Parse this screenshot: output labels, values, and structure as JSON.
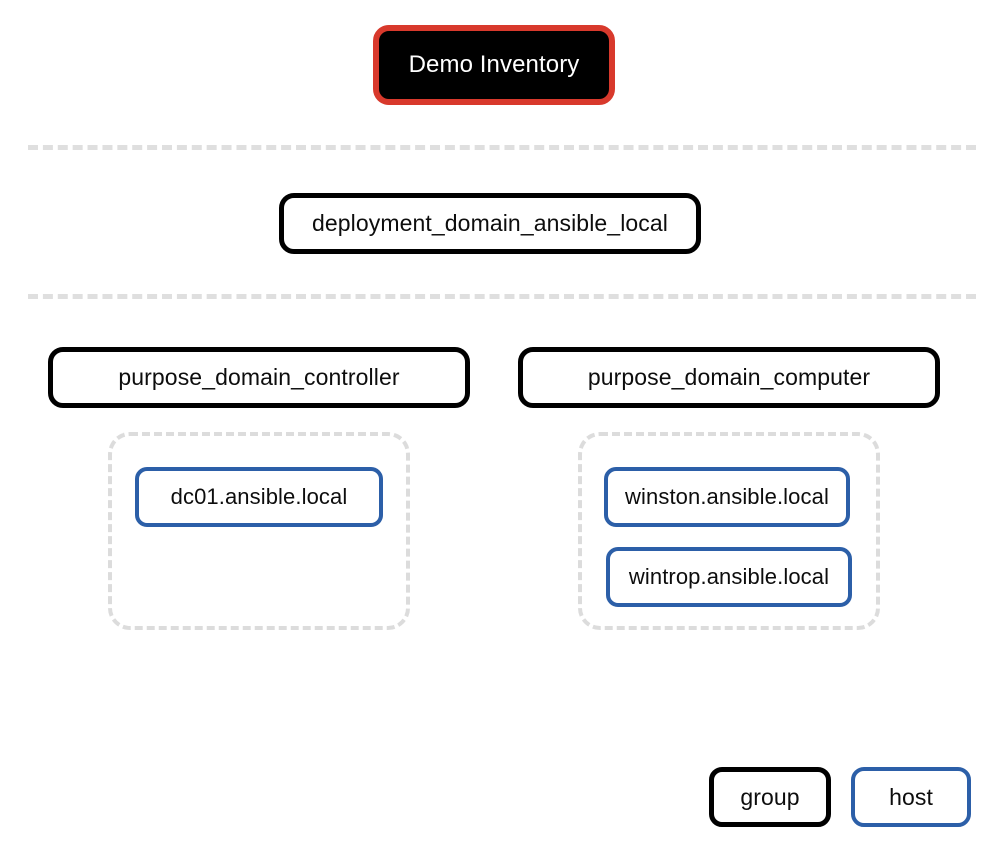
{
  "diagram": {
    "title": "Demo Inventory",
    "type": "ansible-inventory-tree",
    "root": {
      "label": "Demo Inventory",
      "kind": "inventory-root",
      "border_color": "#D8392C",
      "background_color": "#000000",
      "text_color": "#FFFFFF"
    },
    "levels": [
      {
        "level": 1,
        "groups": [
          {
            "label": "deployment_domain_ansible_local",
            "kind": "group"
          }
        ]
      },
      {
        "level": 2,
        "groups": [
          {
            "label": "purpose_domain_controller",
            "kind": "group",
            "hosts": [
              {
                "label": "dc01.ansible.local",
                "kind": "host"
              }
            ]
          },
          {
            "label": "purpose_domain_computer",
            "kind": "group",
            "hosts": [
              {
                "label": "winston.ansible.local",
                "kind": "host"
              },
              {
                "label": "wintrop.ansible.local",
                "kind": "host"
              }
            ]
          }
        ]
      }
    ],
    "legend": {
      "items": [
        {
          "label": "group",
          "kind": "group",
          "border_color": "#000000"
        },
        {
          "label": "host",
          "kind": "host",
          "border_color": "#2C5FA8"
        }
      ]
    },
    "separators": {
      "count": 2,
      "style": "dashed",
      "color": "#DFDFDF"
    },
    "colors": {
      "group_border": "#000000",
      "host_border": "#2C5FA8",
      "root_border": "#D8392C",
      "root_fill": "#000000",
      "dashed_cluster": "#DCDCDC",
      "background": "#FFFFFF"
    }
  }
}
